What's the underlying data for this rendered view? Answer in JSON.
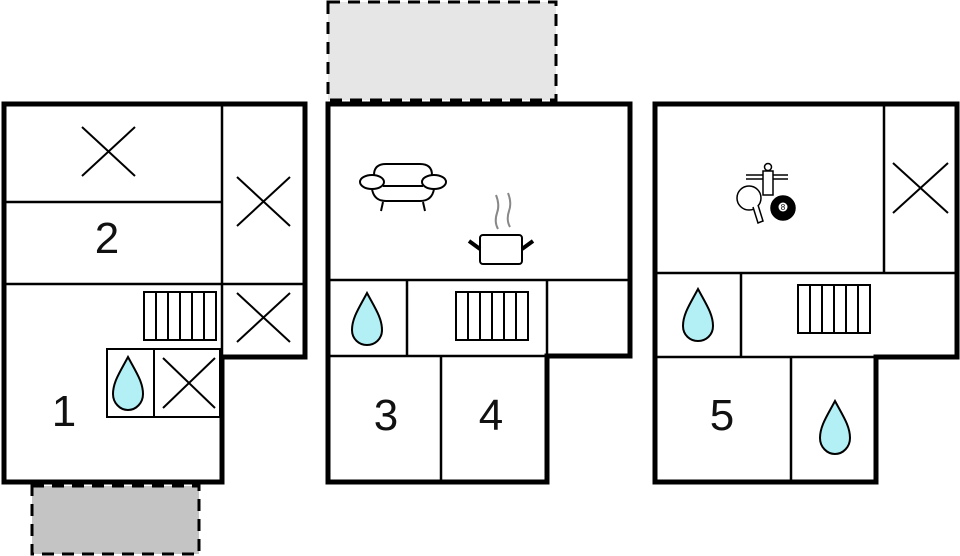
{
  "diagram": {
    "type": "floor-plan",
    "floors": [
      {
        "id": "floor-left",
        "rooms": [
          {
            "label": "2",
            "type": "bedroom"
          },
          {
            "label": "1",
            "type": "bedroom"
          }
        ],
        "features": [
          "bed-x-marker",
          "bed-x-marker",
          "bed-x-marker",
          "bed-x-marker",
          "stairs",
          "water-drop-bathroom"
        ],
        "outdoor_area": {
          "position": "bottom",
          "color": "#c4c4c4",
          "border": "dashed"
        }
      },
      {
        "id": "floor-middle",
        "rooms": [
          {
            "label": "3",
            "type": "bedroom"
          },
          {
            "label": "4",
            "type": "bedroom"
          }
        ],
        "features": [
          "sofa-living-room",
          "cooking-pot-kitchen",
          "water-drop-bathroom",
          "stairs"
        ],
        "outdoor_area": {
          "position": "top",
          "color": "#e6e6e6",
          "border": "dashed"
        }
      },
      {
        "id": "floor-right",
        "rooms": [
          {
            "label": "5",
            "type": "bedroom"
          }
        ],
        "features": [
          "games-room-table-tennis-foosball-billiards",
          "bed-x-marker",
          "water-drop-bathroom",
          "stairs",
          "water-drop-bathroom"
        ]
      }
    ],
    "labels": {
      "r1": "1",
      "r2": "2",
      "r3": "3",
      "r4": "4",
      "r5": "5",
      "ball": "8"
    },
    "colors": {
      "wall": "#000000",
      "water": "#b3f0f5",
      "terrace_light": "#e6e6e6",
      "terrace_dark": "#c4c4c4",
      "steam": "#888888"
    }
  }
}
